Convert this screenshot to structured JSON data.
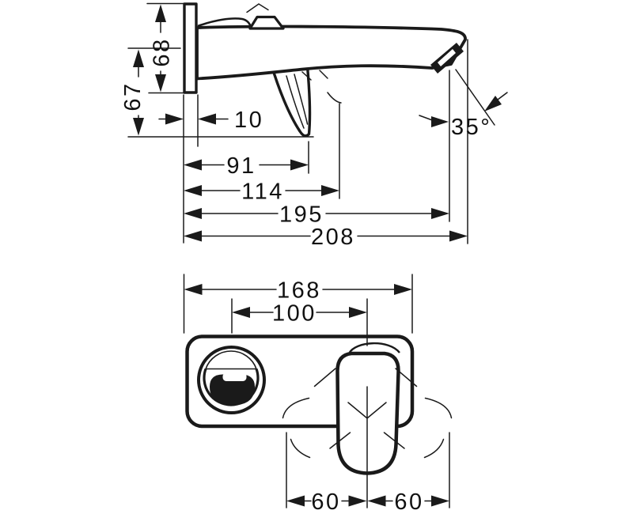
{
  "figure": {
    "type": "technical-dimension-drawing",
    "views": [
      "side-view-spout",
      "front-view-escutcheon"
    ],
    "line_color": "#1a1a1a",
    "background": "#ffffff"
  },
  "dimensions": {
    "side_view": {
      "offset_top": "68",
      "offset_bottom": "67",
      "plate_thickness": "10",
      "handle_reach": "91",
      "handle_axis_reach": "114",
      "aerator_reach": "195",
      "total_reach": "208",
      "spray_angle": "35°"
    },
    "front_view": {
      "plate_width": "168",
      "spout_handle_distance": "100",
      "swing_left": "60",
      "swing_right": "60"
    }
  }
}
